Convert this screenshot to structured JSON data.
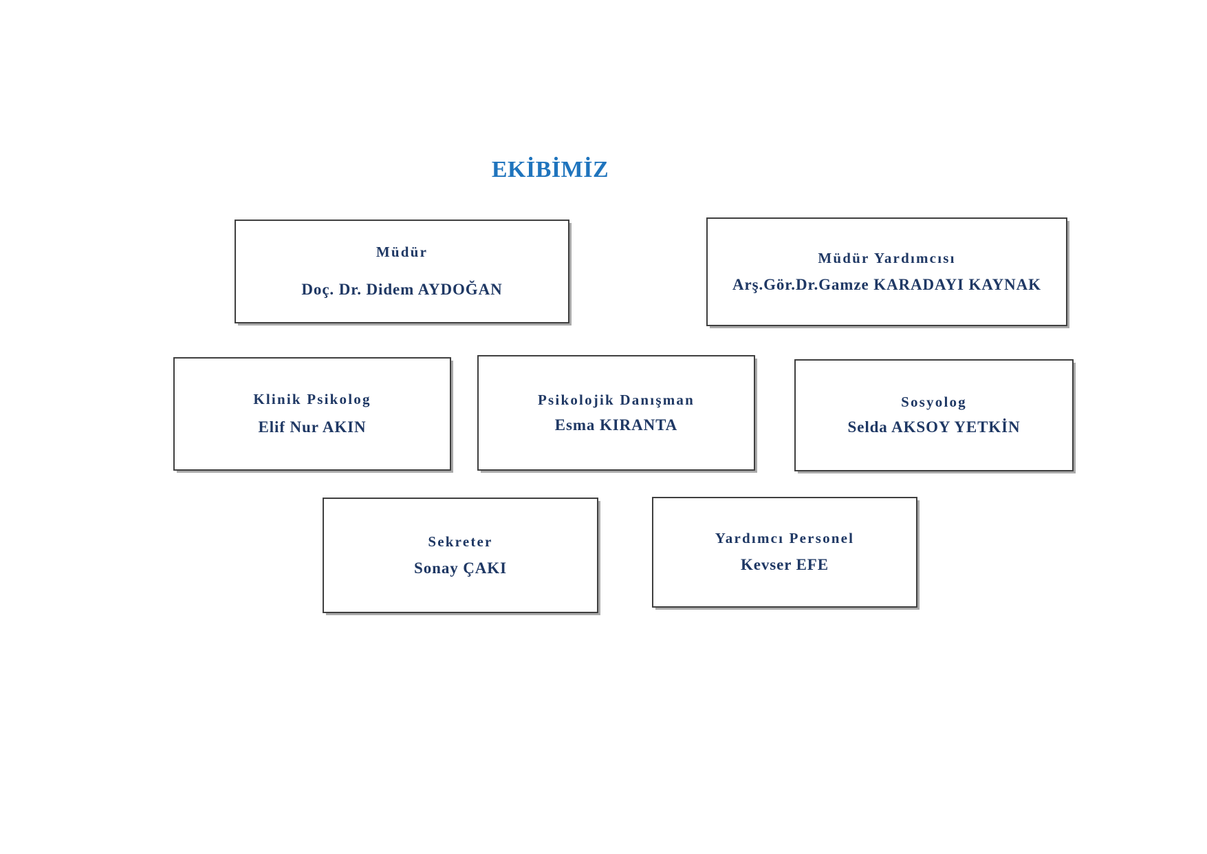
{
  "page": {
    "title": "EKİBİMİZ",
    "title_color": "#1f74bd",
    "text_color": "#1f3864",
    "border_color": "#3f3f3f",
    "shadow_color": "#a9a9a9",
    "background": "#ffffff"
  },
  "team": [
    {
      "id": "mudur",
      "role": "Müdür",
      "person": "Doç. Dr. Didem AYDOĞAN"
    },
    {
      "id": "mudur-yardimcisi",
      "role": "Müdür Yardımcısı",
      "person": "Arş.Gör.Dr.Gamze KARADAYI KAYNAK"
    },
    {
      "id": "klinik-psikolog",
      "role": "Klinik Psikolog",
      "person": "Elif Nur AKIN"
    },
    {
      "id": "psikolojik-danisman",
      "role": "Psikolojik Danışman",
      "person": "Esma KIRANTA"
    },
    {
      "id": "sosyolog",
      "role": "Sosyolog",
      "person": "Selda AKSOY YETKİN"
    },
    {
      "id": "sekreter",
      "role": "Sekreter",
      "person": "Sonay ÇAKI"
    },
    {
      "id": "yardimci-personel",
      "role": "Yardımcı Personel",
      "person": "Kevser EFE"
    }
  ]
}
